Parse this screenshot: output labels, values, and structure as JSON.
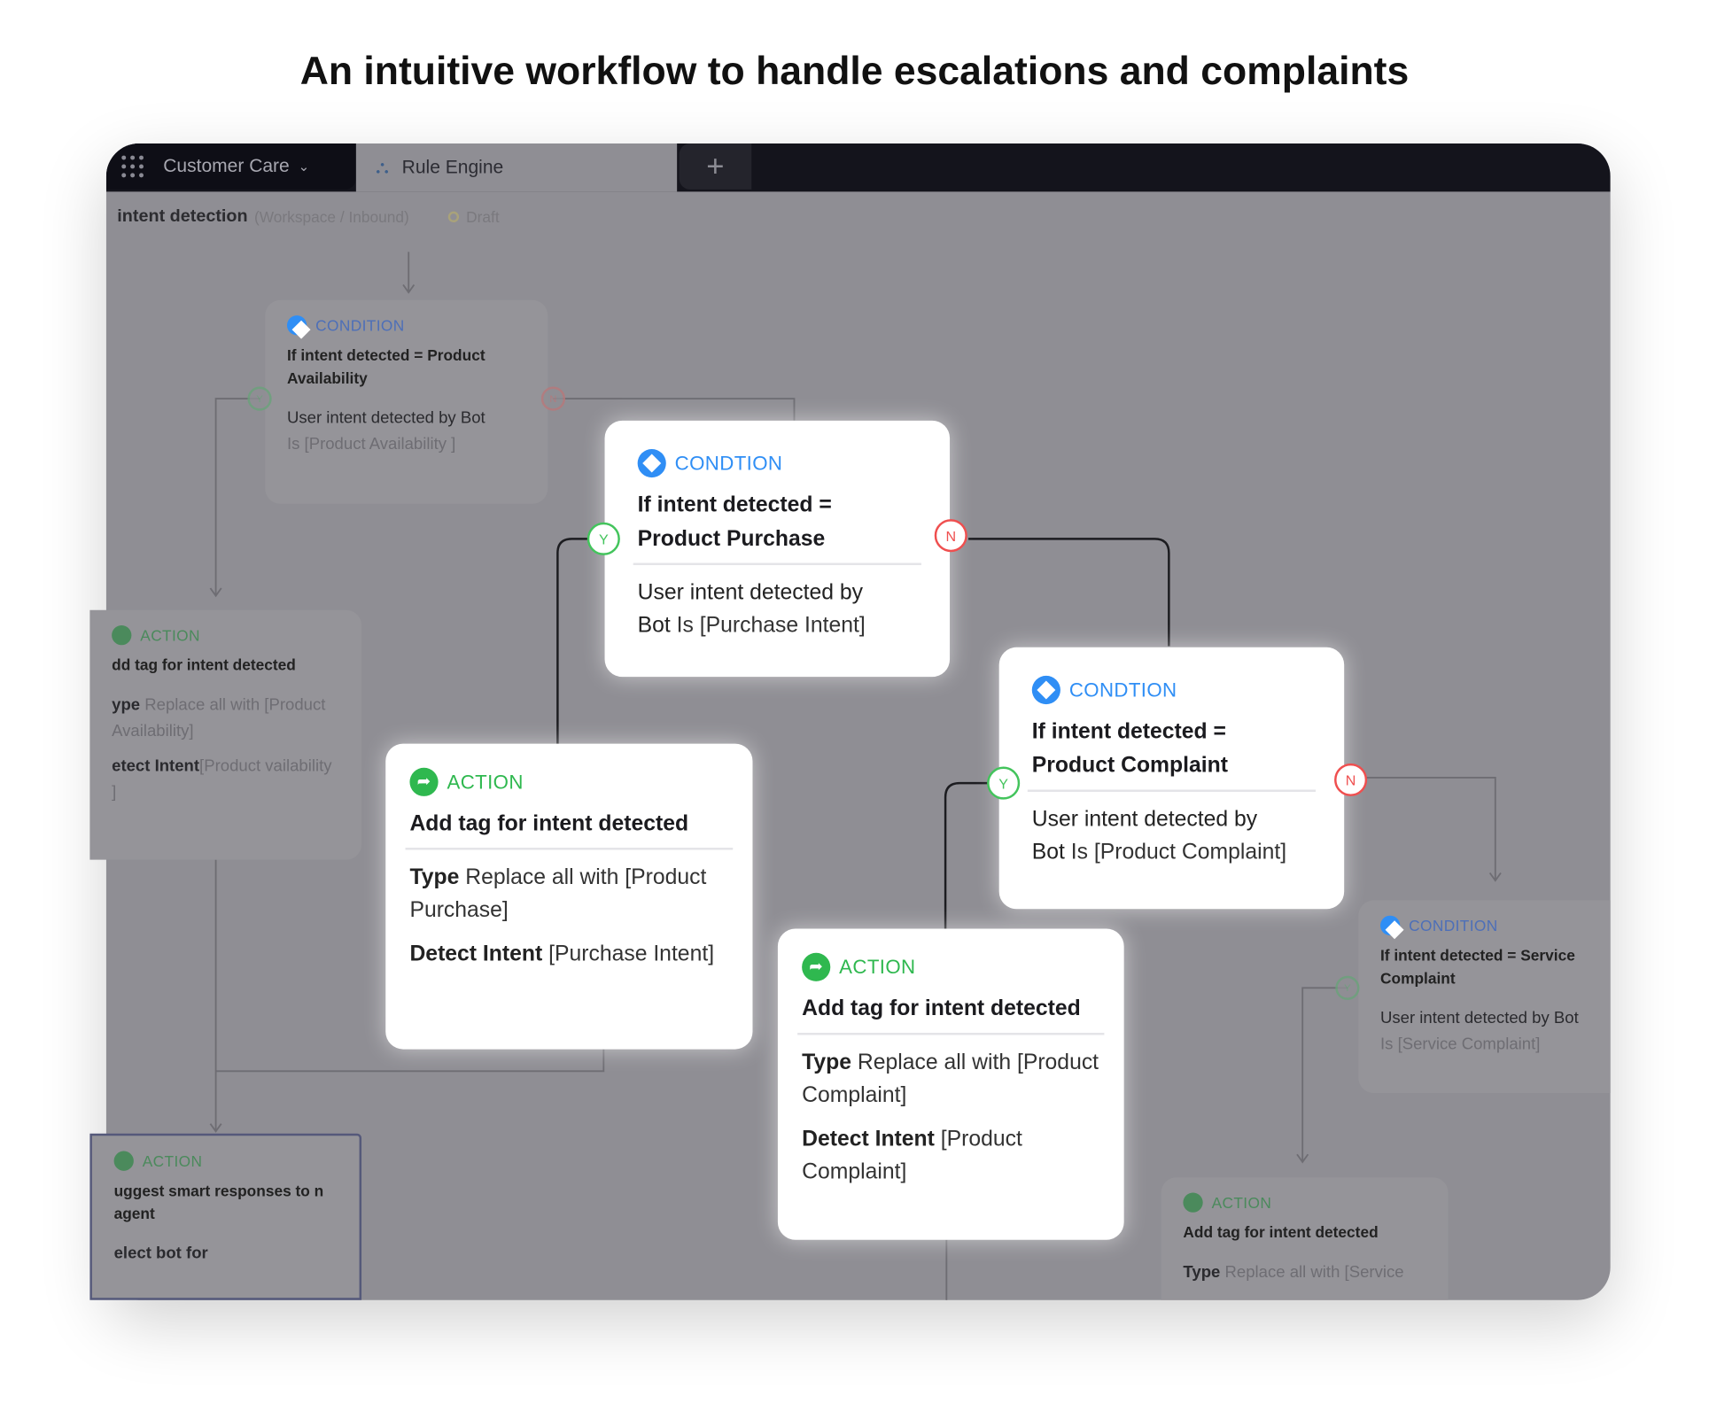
{
  "headline": "An intuitive workflow to handle escalations and complaints",
  "topbar": {
    "workspace": "Customer Care",
    "tab": "Rule Engine",
    "add_tab": "+"
  },
  "breadcrumb": {
    "name": "intent detection",
    "path": "(Workspace / Inbound)",
    "status": "Draft"
  },
  "nodes": {
    "yes": "Y",
    "no": "N"
  },
  "colors": {
    "condition": "#2f8ef5",
    "action": "#2fb84f",
    "yes": "#43c45c",
    "no": "#ef4f4f"
  },
  "cards": {
    "cond_availability": {
      "kind": "CONDITION",
      "title": "If intent detected = Product Availability",
      "line1": "User intent detected by Bot",
      "line2": "Is [Product Availability ]"
    },
    "act_availability": {
      "kind": "ACTION",
      "title": "dd tag for intent detected",
      "k1": "ype",
      "v1": "Replace all with [Product Availability]",
      "k2": "etect Intent",
      "v2": "[Product vailability ]"
    },
    "act_suggest": {
      "kind": "ACTION",
      "title": "uggest smart responses to n agent",
      "k1": "elect bot for",
      "v1": ""
    },
    "cond_purchase": {
      "kind": "CONDTION",
      "title_1": "If intent detected =",
      "title_2": "Product Purchase",
      "line1": "User intent detected by",
      "line2_k": "Bot",
      "line2_v": "Is [Purchase Intent]"
    },
    "act_purchase": {
      "kind": "ACTION",
      "title": "Add tag for intent detected",
      "k1": "Type",
      "v1": "Replace all with [Product Purchase]",
      "k2": "Detect Intent",
      "v2": "[Purchase Intent]"
    },
    "cond_complaint": {
      "kind": "CONDTION",
      "title_1": "If intent detected =",
      "title_2": "Product Complaint",
      "line1": "User intent detected by",
      "line2_k": "Bot",
      "line2_v": "Is [Product Complaint]"
    },
    "act_complaint": {
      "kind": "ACTION",
      "title": "Add tag for intent detected",
      "k1": "Type",
      "v1": "Replace all with [Product Complaint]",
      "k2": "Detect Intent",
      "v2": "[Product Complaint]"
    },
    "cond_service": {
      "kind": "CONDITION",
      "title": "If intent detected = Service Complaint",
      "line1": "User intent detected by Bot",
      "line2": "Is [Service Complaint]"
    },
    "act_service": {
      "kind": "ACTION",
      "title": "Add tag for intent detected",
      "k1": "Type",
      "v1": "Replace all with [Service"
    }
  }
}
